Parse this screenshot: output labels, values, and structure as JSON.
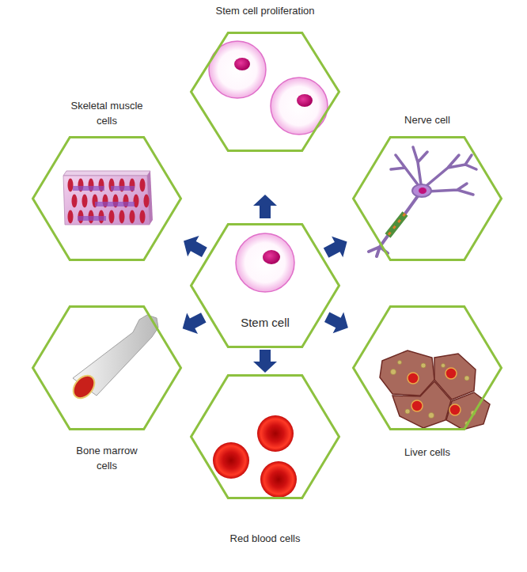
{
  "diagram": {
    "nodes": [
      {
        "text": [
          "Stem cell proliferation"
        ]
      },
      {
        "text": [
          "Skeletal muscle cells"
        ]
      },
      {
        "text": [
          "Nerve cell"
        ]
      },
      {
        "text": [
          "Stem cell"
        ]
      },
      {
        "text": [
          "Bone marrow cells"
        ]
      },
      {
        "text": [
          "Liver cells"
        ]
      },
      {
        "text": [
          "Red blood cells"
        ]
      }
    ],
    "edges": [
      {
        "from": 3,
        "to": 0,
        "arrow": "to"
      },
      {
        "from": 3,
        "to": 1,
        "arrow": "to"
      },
      {
        "from": 3,
        "to": 2,
        "arrow": "to"
      },
      {
        "from": 3,
        "to": 4,
        "arrow": "to"
      },
      {
        "from": 3,
        "to": 5,
        "arrow": "to"
      },
      {
        "from": 3,
        "to": 6,
        "arrow": "to"
      }
    ]
  }
}
